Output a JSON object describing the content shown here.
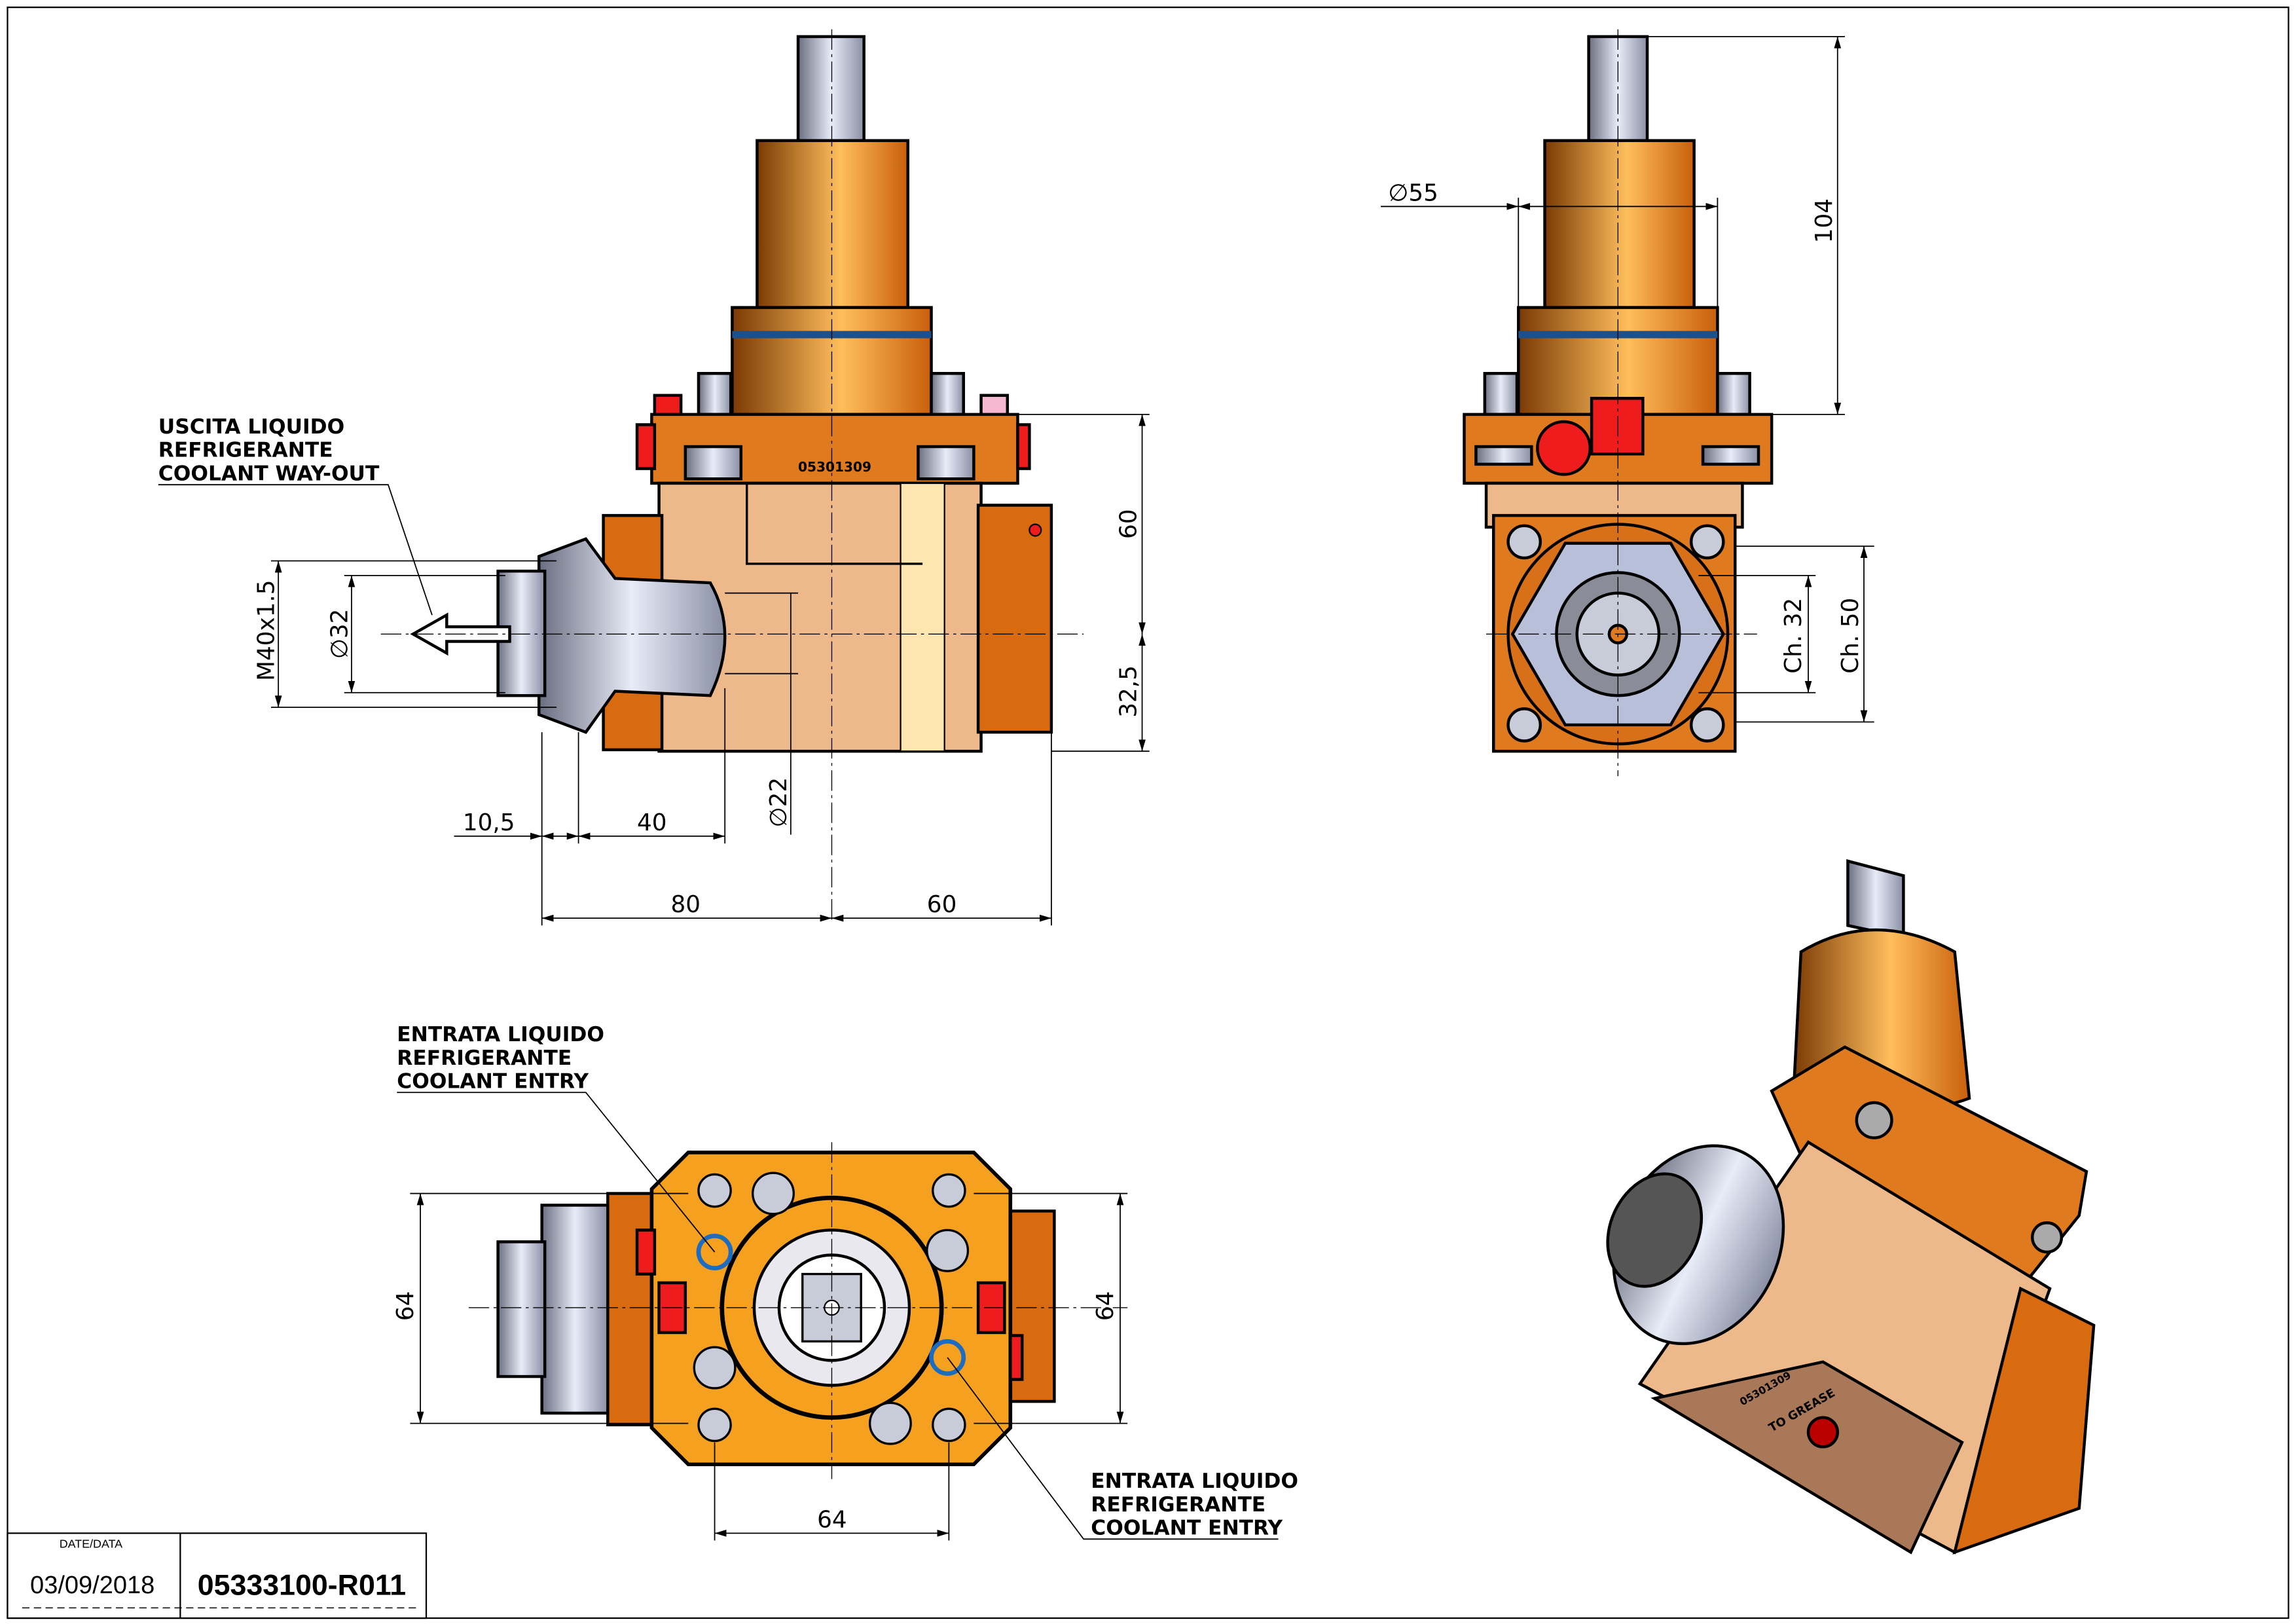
{
  "colors": {
    "orange": "#e07a1f",
    "light_orange": "#f5a03a",
    "tan": "#eeb98a",
    "steel": "#b8bfd8",
    "red": "#ee1c1c",
    "blue_ring": "#1d4f8a"
  },
  "front_view": {
    "callout": [
      "USCITA LIQUIDO",
      "REFRIGERANTE",
      "COOLANT WAY-OUT"
    ],
    "part_marking": "05301309",
    "dims": {
      "height_upper": "60",
      "height_lower": "32,5",
      "thread": "M40x1.5",
      "bore": "∅32",
      "shaft": "∅22",
      "offset_a": "10,5",
      "offset_b": "40",
      "width_left": "80",
      "width_right": "60"
    }
  },
  "side_view": {
    "dims": {
      "height": "104",
      "diameter": "∅55",
      "ch_small": "Ch. 32",
      "ch_large": "Ch. 50"
    }
  },
  "bottom_view": {
    "callout_top": [
      "ENTRATA LIQUIDO",
      "REFRIGERANTE",
      "COOLANT ENTRY"
    ],
    "callout_bottom": [
      "ENTRATA LIQUIDO",
      "REFRIGERANTE",
      "COOLANT ENTRY"
    ],
    "dims": {
      "left": "64",
      "right": "64",
      "bottom": "64"
    }
  },
  "iso_view": {
    "markings": [
      "05301309",
      "TO GREASE"
    ]
  },
  "title_block": {
    "date_label": "DATE/DATA",
    "date": "03/09/2018",
    "drawing_number": "05333100-R011"
  }
}
